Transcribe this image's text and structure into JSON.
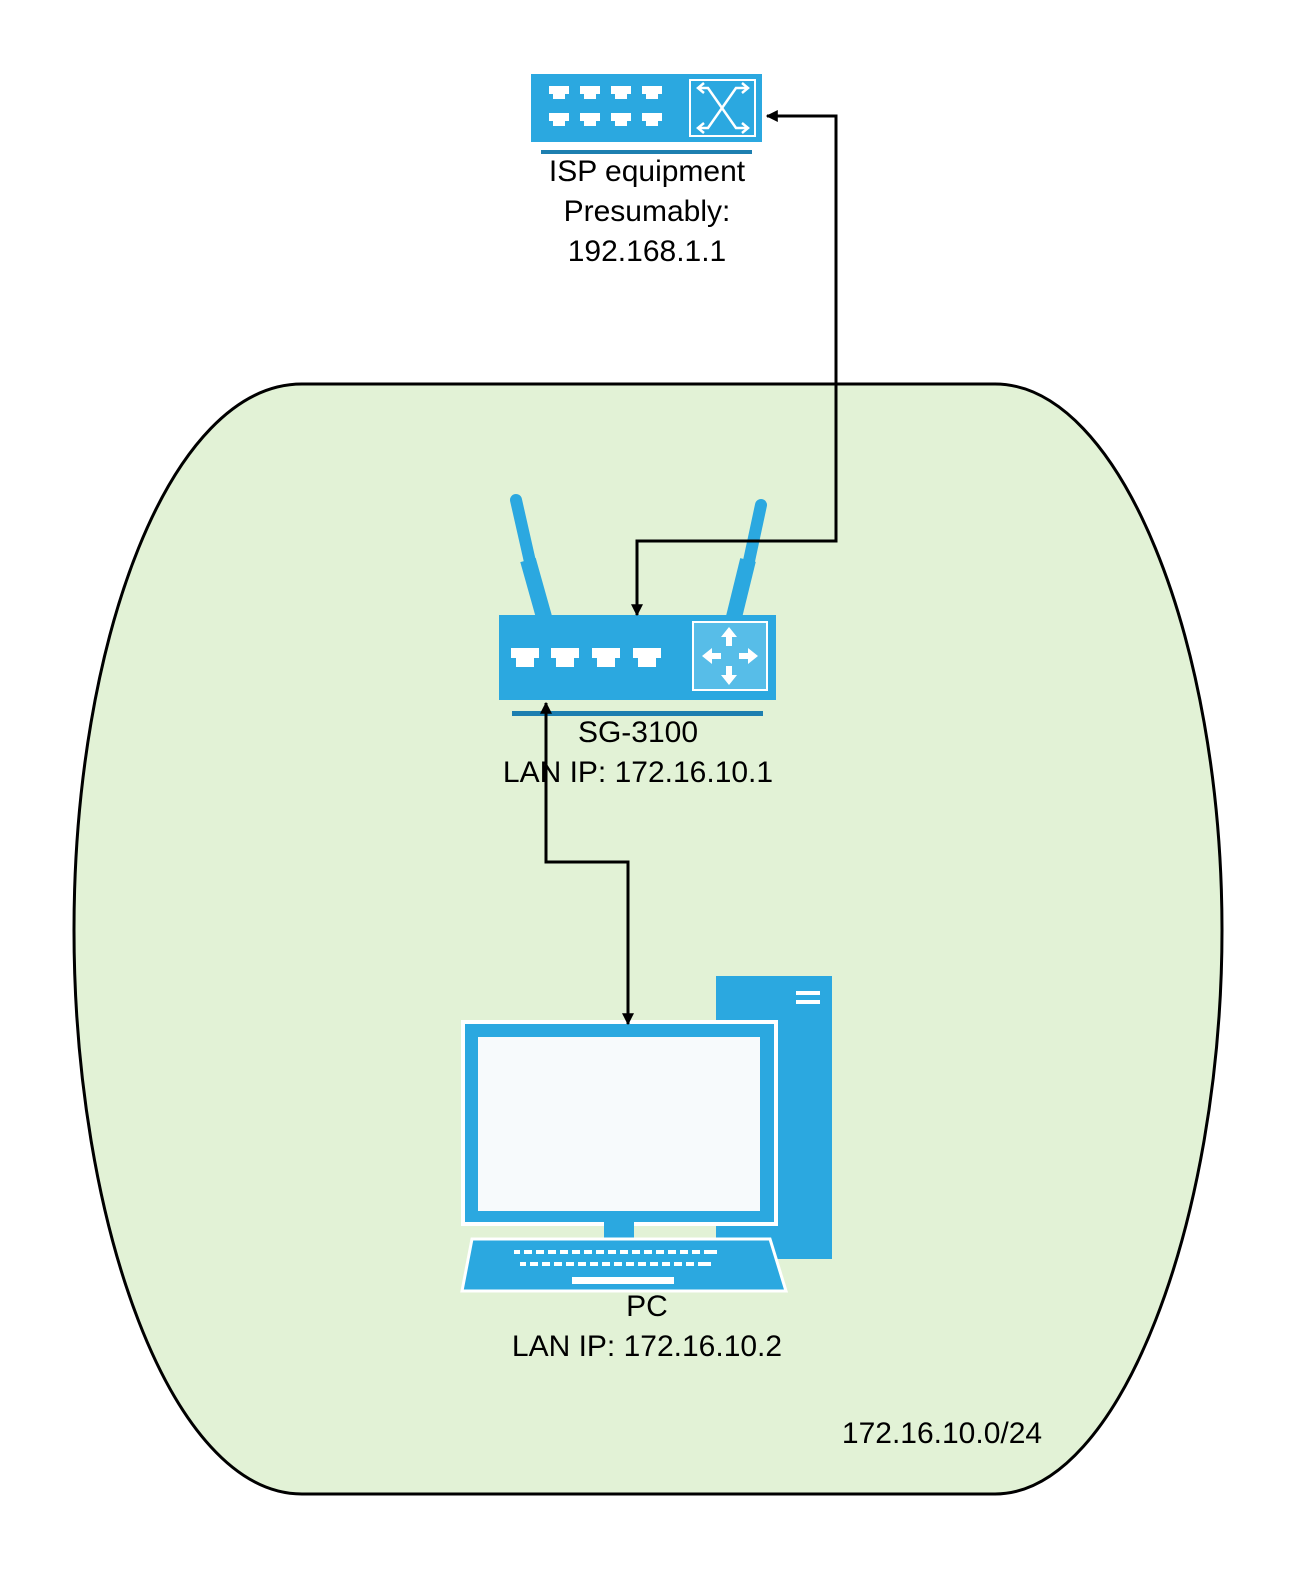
{
  "colors": {
    "lan_fill": "#e2f2d6",
    "lan_stroke": "#000000",
    "device_blue": "#2ba8e0",
    "device_dark": "#1d7fb0",
    "screen": "#f7fafc",
    "connector": "#000000"
  },
  "nodes": {
    "isp": {
      "icon": "network-switch-icon",
      "lines": [
        "ISP equipment",
        "Presumably:",
        "192.168.1.1"
      ]
    },
    "router": {
      "icon": "wireless-router-icon",
      "lines": [
        "SG-3100",
        "LAN IP: 172.16.10.1"
      ]
    },
    "pc": {
      "icon": "desktop-computer-icon",
      "lines": [
        "PC",
        "LAN IP: 172.16.10.2"
      ]
    }
  },
  "lan": {
    "subnet": "172.16.10.0/24"
  },
  "connections": [
    {
      "from": "router",
      "to": "isp",
      "arrows": "both"
    },
    {
      "from": "router",
      "to": "pc",
      "arrows": "both"
    }
  ]
}
